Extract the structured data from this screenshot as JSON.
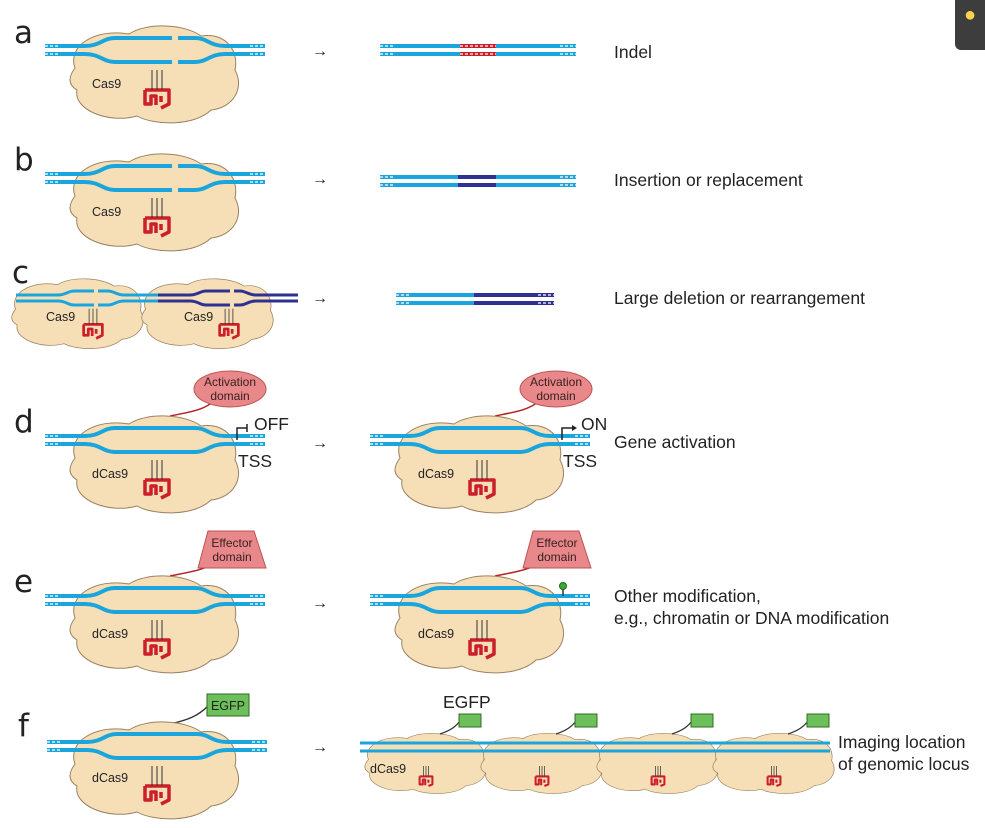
{
  "panels": {
    "a": {
      "letter": "a",
      "outcome": "Indel",
      "protein": "Cas9"
    },
    "b": {
      "letter": "b",
      "outcome": "Insertion or replacement",
      "protein": "Cas9"
    },
    "c": {
      "letter": "c",
      "outcome": "Large deletion or rearrangement",
      "protein_left": "Cas9",
      "protein_right": "Cas9"
    },
    "d": {
      "letter": "d",
      "outcome": "Gene activation",
      "protein": "dCas9",
      "domain_line1": "Activation",
      "domain_line2": "domain",
      "state_before": "OFF",
      "state_after": "ON",
      "tss": "TSS"
    },
    "e": {
      "letter": "e",
      "outcome_line1": "Other modification,",
      "outcome_line2": "e.g., chromatin or DNA modification",
      "protein": "dCas9",
      "domain_line1": "Effector",
      "domain_line2": "domain"
    },
    "f": {
      "letter": "f",
      "outcome_line1": "Imaging location",
      "outcome_line2": "of genomic locus",
      "protein": "dCas9",
      "tag": "EGFP"
    }
  },
  "colors": {
    "dna": "#1aa6dd",
    "dna_dark": "#2e3192",
    "protein_fill": "#f6dfb7",
    "protein_stroke": "#9a8260",
    "rna": "#cc1f2b",
    "indel": "#cc1f2b",
    "domain_fill": "#e8888a",
    "egfp_fill": "#6cbf5a",
    "marker": "#3aaa35"
  },
  "ui": {
    "hint_icon": "lightbulb-icon"
  }
}
